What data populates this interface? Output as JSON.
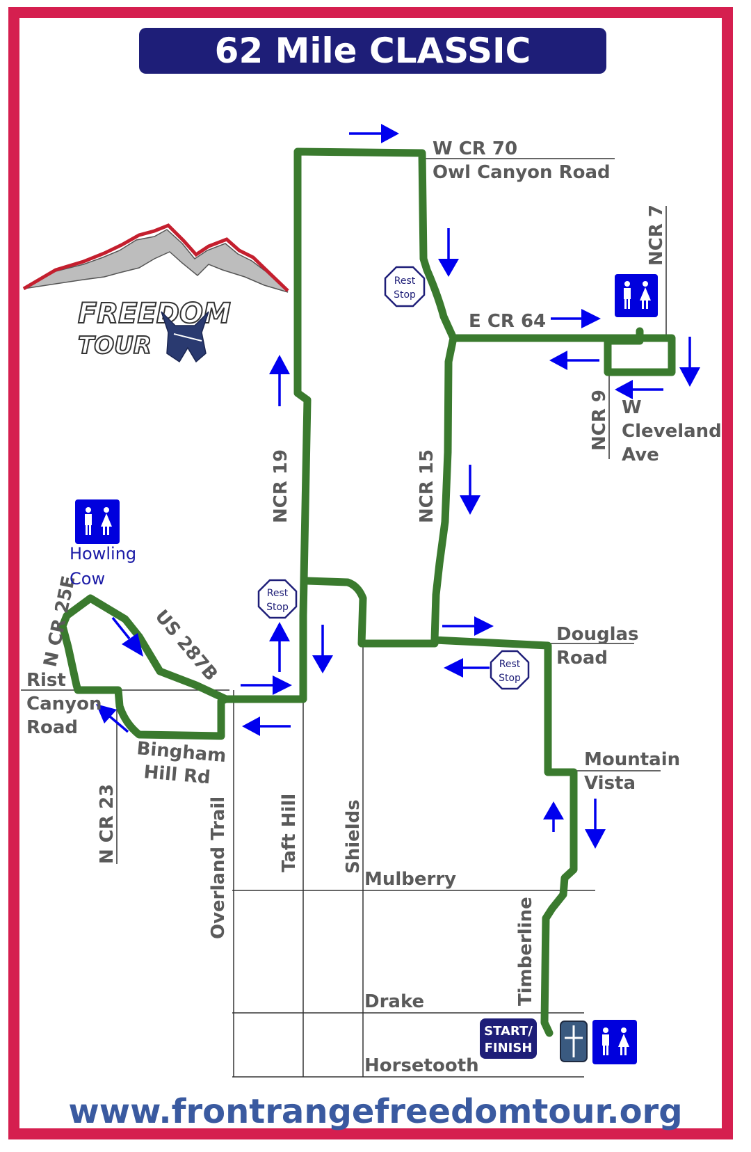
{
  "title": "62 Mile CLASSIC",
  "website": "www.frontrangefreedomtour.org",
  "logo": {
    "line1": "FREEDOM",
    "line2": "TOUR"
  },
  "roads": {
    "wcr70": "W CR 70",
    "owl_canyon": "Owl Canyon Road",
    "ncr7": "NCR 7",
    "ecr64": "E CR 64",
    "ncr9": "NCR 9",
    "w": "W",
    "cleveland": "Cleveland",
    "ave": "Ave",
    "ncr19": "NCR 19",
    "ncr15": "NCR 15",
    "ncr25e": "N CR 25E",
    "us287b": "US 287B",
    "rist": "Rist",
    "canyon": "Canyon",
    "road": "Road",
    "bingham": "Bingham",
    "hill_rd": "Hill Rd",
    "ncr23": "N CR 23",
    "douglas": "Douglas",
    "douglas_road": "Road",
    "mountain": "Mountain",
    "vista": "Vista",
    "overland": "Overland Trail",
    "taft": "Taft Hill",
    "shields": "Shields",
    "mulberry": "Mulberry",
    "timberline": "Timberline",
    "drake": "Drake",
    "horsetooth": "Horsetooth"
  },
  "poi": {
    "howling": "Howling",
    "cow": "Cow"
  },
  "rest_stops": [
    {
      "line1": "Rest",
      "line2": "Stop"
    },
    {
      "line1": "Rest",
      "line2": "Stop"
    },
    {
      "line1": "Rest",
      "line2": "Stop"
    }
  ],
  "start": {
    "line1": "START/",
    "line2": "FINISH"
  },
  "colors": {
    "border": "#d51f4f",
    "banner": "#1e1e78",
    "route": "#3a7a2e",
    "arrow": "#0000ee",
    "restroom": "#0000dd",
    "website": "#3a5aa0"
  },
  "icons": [
    "restroom-icon",
    "rest-stop-icon",
    "direction-arrow-icon",
    "mountain-logo-icon",
    "butterfly-icon",
    "church-icon"
  ]
}
